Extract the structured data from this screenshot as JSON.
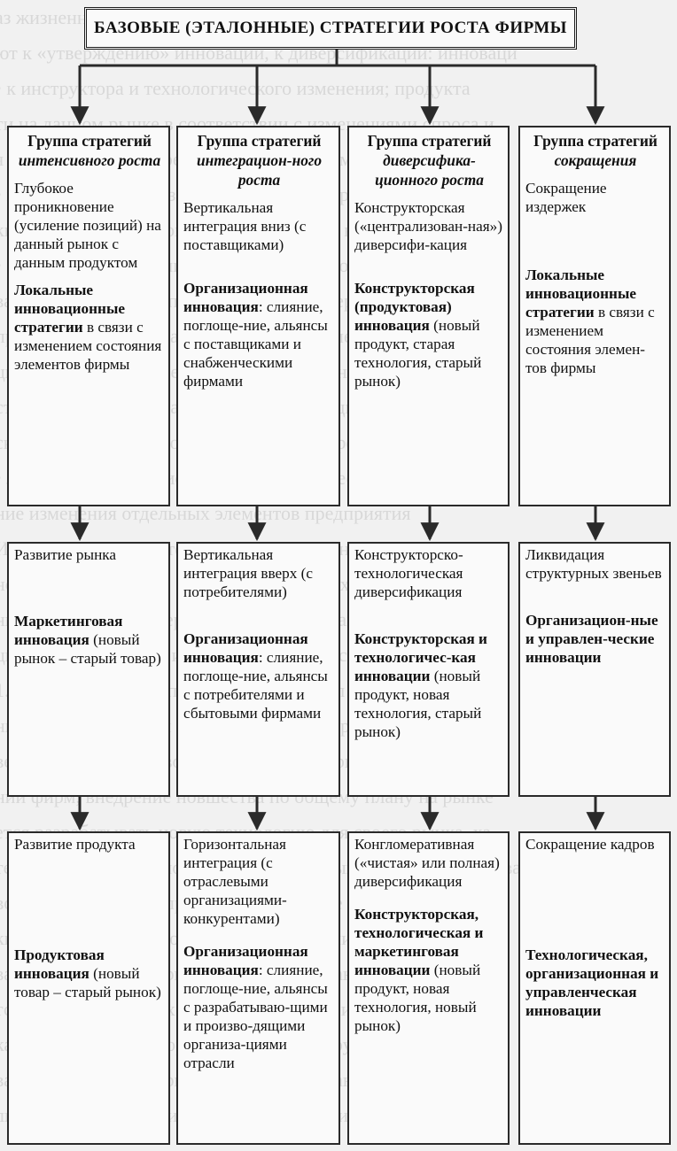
{
  "title": "БАЗОВЫЕ (ЭТАЛОННЫЕ) СТРАТЕГИИ РОСТА ФИРМЫ",
  "columns": [
    {
      "group_label": "Группа стратегий",
      "group_name": "интенсивного роста",
      "rows": [
        {
          "strategy": "Глубокое проникновение (усиление позиций) на данный рынок с данным продуктом",
          "innovation_title": "Локальные инновационные стратегии",
          "innovation_text": " в связи с изменением состояния элементов фирмы"
        },
        {
          "strategy": "Развитие рынка",
          "innovation_title": "Маркетинговая инновация",
          "innovation_text": " (новый рынок – старый товар)"
        },
        {
          "strategy": "Развитие продукта",
          "innovation_title": "Продуктовая инновация",
          "innovation_text": " (новый товар – старый рынок)"
        }
      ]
    },
    {
      "group_label": "Группа стратегий",
      "group_name": "интеграцион-ного роста",
      "rows": [
        {
          "strategy": "Вертикальная интеграция вниз (с поставщиками)",
          "innovation_title": "Организационная инновация",
          "innovation_text": ": слияние, поглоще-ние, альянсы с поставщиками и снабженческими фирмами"
        },
        {
          "strategy": "Вертикальная интеграция вверх (с потребителями)",
          "innovation_title": "Организационная инновация",
          "innovation_text": ": слияние, поглоще-ние, альянсы с потребителями и сбытовыми фирмами"
        },
        {
          "strategy": "Горизонтальная интеграция (с отраслевыми организациями-конкурентами)",
          "innovation_title": "Организационная инновация",
          "innovation_text": ": слияние, поглоще-ние, альянсы с разрабатываю-щими и произво-дящими организа-циями отрасли"
        }
      ]
    },
    {
      "group_label": "Группа стратегий",
      "group_name": "диверсифика-ционного роста",
      "rows": [
        {
          "strategy": "Конструкторская («централизован-ная») диверсифи-кация",
          "innovation_title": "Конструкторская (продуктовая) инновация",
          "innovation_text": " (новый продукт, старая технология, старый рынок)"
        },
        {
          "strategy": "Конструкторско-технологическая диверсификация",
          "innovation_title": "Конструкторская и технологичес-кая инновации",
          "innovation_text": " (новый продукт, новая технология, старый рынок)"
        },
        {
          "strategy": "Конгломеративная («чистая» или полная) диверсификация",
          "innovation_title": "Конструкторская, технологическая и маркетинговая инновации",
          "innovation_text": " (новый продукт, новая технология, новый рынок)"
        }
      ]
    },
    {
      "group_label": "Группа стратегий",
      "group_name": "сокращения",
      "rows": [
        {
          "strategy": "Сокращение издержек",
          "innovation_title": "Локальные инновационные стратегии",
          "innovation_text": " в связи с изменением состояния элемен-тов фирмы"
        },
        {
          "strategy": "Ликвидация структурных звеньев",
          "innovation_title": "Организацион-ные и управлен-ческие инновации",
          "innovation_text": ""
        },
        {
          "strategy": "Сокращение кадров",
          "innovation_title": "Технологическая, организационная и управленческая инновации",
          "innovation_text": ""
        }
      ]
    }
  ]
}
